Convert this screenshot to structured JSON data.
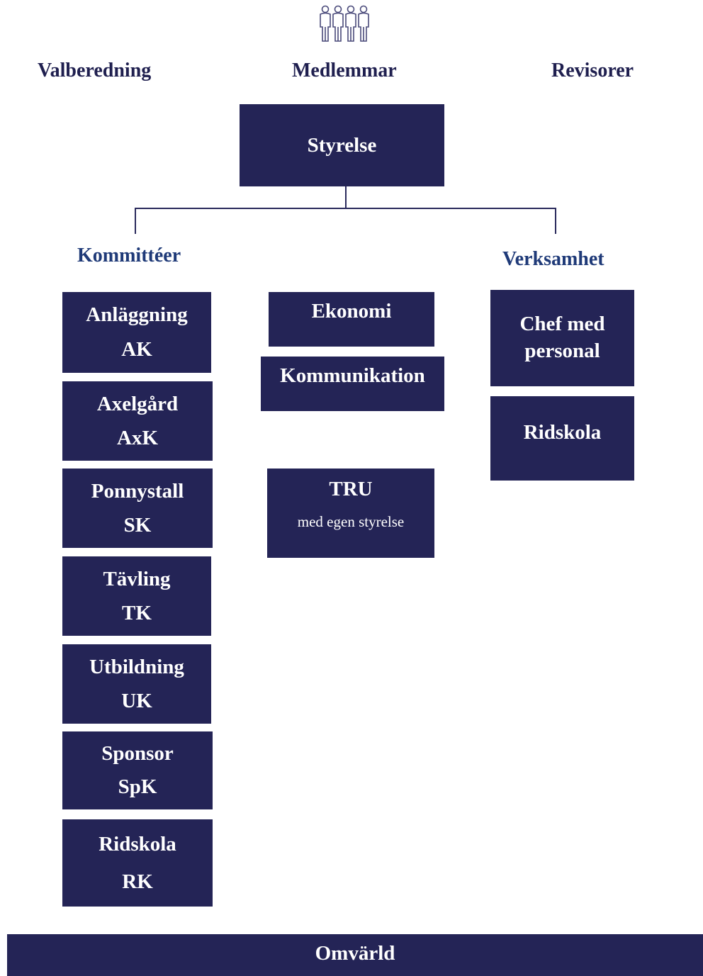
{
  "top_labels": {
    "valberedning": "Valberedning",
    "medlemmar": "Medlemmar",
    "revisorer": "Revisorer"
  },
  "icons": {
    "members": "people-group-icon"
  },
  "board": {
    "label": "Styrelse"
  },
  "columns": {
    "committees_heading": "Kommittéer",
    "operations_heading": "Verksamhet"
  },
  "committees": [
    {
      "name": "Anläggning",
      "code": "AK"
    },
    {
      "name": "Axelgård",
      "code": "AxK"
    },
    {
      "name": "Ponnystall",
      "code": "SK"
    },
    {
      "name": "Tävling",
      "code": "TK"
    },
    {
      "name": "Utbildning",
      "code": "UK"
    },
    {
      "name": "Sponsor",
      "code": "SpK"
    },
    {
      "name": "Ridskola",
      "code": "RK"
    }
  ],
  "center_boxes": {
    "ekonomi": "Ekonomi",
    "kommunikation": "Kommunikation",
    "tru_title": "TRU",
    "tru_subtitle": "med egen styrelse"
  },
  "operations": {
    "chef_line1": "Chef med",
    "chef_line2": "personal",
    "ridskola": "Ridskola"
  },
  "footer": {
    "label": "Omvärld"
  },
  "colors": {
    "box_fill": "#242456",
    "box_text": "#ffffff",
    "heading_text": "#1f1f4f",
    "column_heading_text": "#1f3a78",
    "connector": "#2a2a5c"
  }
}
